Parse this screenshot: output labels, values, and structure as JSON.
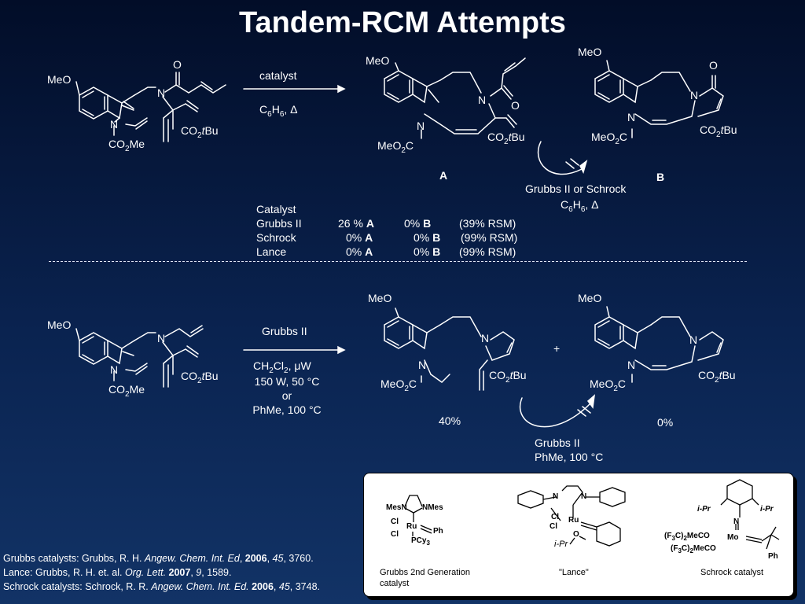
{
  "title": "Tandem-RCM Attempts",
  "colors": {
    "background_top": "#020d28",
    "background_bottom": "#123366",
    "text": "#ffffff",
    "panel": "#ffffff"
  },
  "top_reaction": {
    "reagent_above": "catalyst",
    "reagent_below": "C6H6, Δ",
    "start": {
      "meo": "MeO",
      "n1": "N",
      "n2": "N",
      "o": "O",
      "co2tbu": "CO2tBu",
      "co2me": "CO2Me"
    },
    "product_a": {
      "meo": "MeO",
      "n1": "N",
      "n2": "N",
      "o": "O",
      "co2tbu": "CO2tBu",
      "meo2c": "MeO2C",
      "label": "A"
    },
    "product_b": {
      "meo": "MeO",
      "n1": "N",
      "n2": "N",
      "o": "O",
      "co2tbu": "CO2tBu",
      "meo2c": "MeO2C",
      "label": "B"
    },
    "conversion": {
      "line1": "Grubbs II or Schrock",
      "line2": "C6H6, Δ"
    }
  },
  "catalyst_table": {
    "header": "Catalyst",
    "rows": [
      {
        "catalyst": "Grubbs II",
        "a_value": "26 %",
        "a": "A",
        "b_value": "0%",
        "b": "B",
        "rsm": "(39% RSM)"
      },
      {
        "catalyst": "Schrock",
        "a_value": "0%",
        "a": "A",
        "b_value": "0%",
        "b": "B",
        "rsm": "(99% RSM)"
      },
      {
        "catalyst": "Lance",
        "a_value": "0%",
        "a": "A",
        "b_value": "0%",
        "b": "B",
        "rsm": "(99% RSM)"
      }
    ]
  },
  "bottom_reaction": {
    "reagent_above": "Grubbs II",
    "conditions": [
      "CH2Cl2, μW",
      "150 W, 50 °C",
      "or",
      "PhMe, 100 °C"
    ],
    "start": {
      "meo": "MeO",
      "n1": "N",
      "n2": "N",
      "co2tbu": "CO2tBu",
      "co2me": "CO2Me"
    },
    "product_1": {
      "meo": "MeO",
      "n1": "N",
      "n2": "N",
      "co2tbu": "CO2tBu",
      "meo2c": "MeO2C",
      "yield": "40%"
    },
    "plus": "+",
    "product_2": {
      "meo": "MeO",
      "n1": "N",
      "n2": "N",
      "co2tbu": "CO2tBu",
      "meo2c": "MeO2C",
      "yield": "0%"
    },
    "conversion": {
      "line1": "Grubbs II",
      "line2": "PhMe, 100 °C"
    }
  },
  "references": [
    {
      "text": "Grubbs catalysts: Grubbs, R. H. ",
      "journal": "Angew. Chem. Int. Ed",
      "comma": ", ",
      "year": "2006",
      "sep": ", ",
      "vol": "45",
      "pages": ", 3760."
    },
    {
      "text": "Lance: Grubbs, R. H. et. al. ",
      "journal": "Org. Lett.",
      "comma": " ",
      "year": "2007",
      "sep": ", ",
      "vol": "9",
      "pages": ", 1589."
    },
    {
      "text": "Schrock catalysts: Schrock, R. R. ",
      "journal": "Angew. Chem. Int. Ed.",
      "comma": " ",
      "year": "2006",
      "sep": ", ",
      "vol": "45",
      "pages": ", 3748."
    }
  ],
  "catalyst_panel": {
    "grubbs": {
      "mesn": "MesN",
      "nmes": "NMes",
      "cl1": "Cl",
      "cl2": "Cl",
      "ru": "Ru",
      "ph": "Ph",
      "pcy3": "PCy3",
      "caption_line1": "Grubbs 2nd Generation",
      "caption_line2": "catalyst"
    },
    "lance": {
      "n1": "N",
      "n2": "N",
      "cl1": "Cl",
      "cl2": "Cl",
      "ru": "Ru",
      "o": "O",
      "ipr": "i-Pr",
      "caption": "\"Lance\""
    },
    "schrock": {
      "ipr1": "i-Pr",
      "ipr2": "i-Pr",
      "n": "N",
      "mo": "Mo",
      "l1": "(F3C)2MeCO",
      "l2": "(F3C)2MeCO",
      "ph": "Ph",
      "caption": "Schrock catalyst"
    }
  }
}
